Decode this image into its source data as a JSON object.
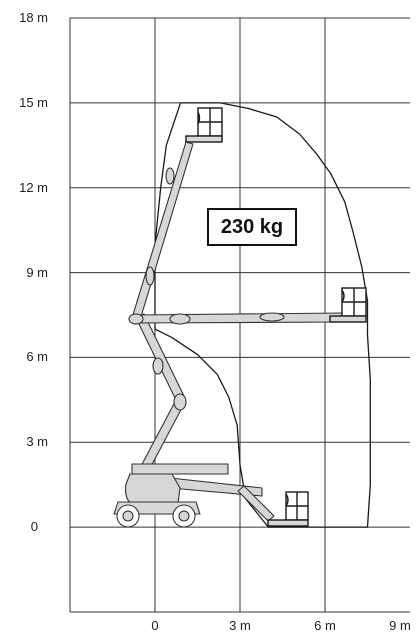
{
  "chart_data": {
    "type": "area",
    "title": "",
    "xlabel": "",
    "ylabel": "",
    "x_unit": "m",
    "y_unit": "m",
    "x_ticks": [
      "0",
      "3 m",
      "6 m",
      "9 m"
    ],
    "y_ticks": [
      "18 m",
      "15 m",
      "12 m",
      "9 m",
      "6 m",
      "3 m",
      "0"
    ],
    "xlim": [
      -3,
      9
    ],
    "ylim": [
      -3,
      18
    ],
    "grid": true,
    "load_label": "230 kg",
    "envelope": {
      "x": [
        0.9,
        2.3,
        3.3,
        4.3,
        5.1,
        5.7,
        6.2,
        6.7,
        7.0,
        7.3,
        7.5,
        7.5,
        7.6,
        7.6,
        7.6,
        7.5,
        4.0,
        3.2,
        3.0,
        2.9,
        2.6,
        2.2,
        1.5,
        0.6,
        0.0,
        0.0,
        0.2,
        0.4,
        0.9
      ],
      "y": [
        15.0,
        15.0,
        14.8,
        14.5,
        13.9,
        13.2,
        12.5,
        11.5,
        10.4,
        9.2,
        8.0,
        6.8,
        5.2,
        3.6,
        1.5,
        0.0,
        0.0,
        1.0,
        2.2,
        3.6,
        4.6,
        5.4,
        6.1,
        6.7,
        7.0,
        10.0,
        12.0,
        13.5,
        15.0
      ]
    }
  },
  "labels": {
    "load": "230 kg"
  },
  "icons": {
    "machine": "articulated-boom-lift-icon",
    "platform": "work-platform-basket-icon"
  },
  "colors": {
    "line": "#1a1a1a",
    "grid": "#333333",
    "machine_fill": "#d7d7d7",
    "machine_stroke": "#333333"
  }
}
